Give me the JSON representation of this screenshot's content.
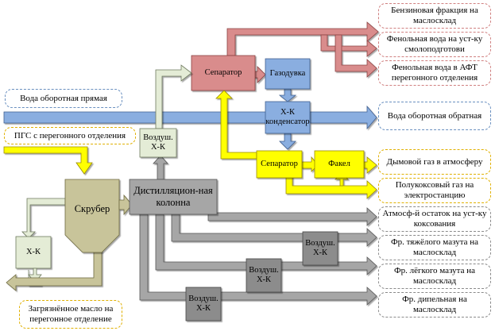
{
  "inputs": {
    "cooling_water_in": "Вода оборотная прямая",
    "pgs": "ПГС с перегонного отделения",
    "dirty_oil": "Загрязнённое масло на перегонное отделение"
  },
  "units": {
    "scrubber": "Скрубер",
    "distillation_column": "Дистилляцион-ная колонна",
    "separator_top": "Сепаратор",
    "separator_mid": "Сепаратор",
    "gas_blower": "Газодувка",
    "condenser": "Х-К конденсатор",
    "flare": "Факел",
    "air_cooler_top": "Воздуш. Х-К",
    "cooler_left": "Х-К",
    "air_cooler_1": "Воздуш. Х-К",
    "air_cooler_2": "Воздуш. Х-К",
    "air_cooler_3": "Воздуш. Х-К"
  },
  "outputs": [
    {
      "label": "Бензиновая фракция на маслосклад",
      "color": "#d08080"
    },
    {
      "label": "Фенольная вода на уст-ку смолоподготови",
      "color": "#d08080"
    },
    {
      "label": "Фенольная вода в АФТ перегонного отделения",
      "color": "#d08080"
    },
    {
      "label": "Вода оборотная обратная",
      "color": "#6a90c0"
    },
    {
      "label": "Дымовой газ в атмосферу",
      "color": "#e0b000"
    },
    {
      "label": "Полукоксовый газ на электростанцию",
      "color": "#e0b000"
    },
    {
      "label": "Атмосф-й остаток на уст-ку коксования",
      "color": "#8a8a8a"
    },
    {
      "label": "Фр. тяжёлого мазута на маслосклад",
      "color": "#8a8a8a"
    },
    {
      "label": "Фр. лёгкого мазута на маслосклад",
      "color": "#8a8a8a"
    },
    {
      "label": "Фр. дипельная на маслосклад",
      "color": "#8a8a8a"
    }
  ],
  "colors": {
    "red_stream": "#d98c8c",
    "blue_stream": "#8aaee0",
    "yellow_stream": "#ffff00",
    "gray_stream": "#a6a6a6",
    "scrubber_fill": "#c8c49a",
    "light_green": "#e4ecd6",
    "column_fill": "#a6a6a6"
  }
}
